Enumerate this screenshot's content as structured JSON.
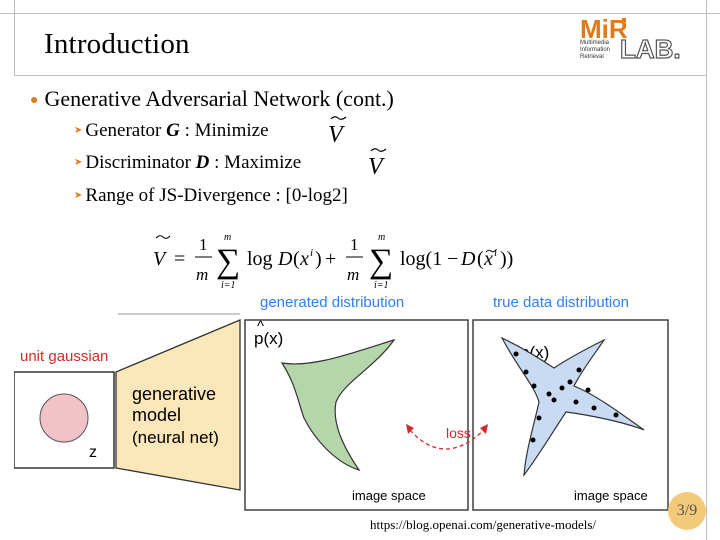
{
  "title": "Introduction",
  "logo": {
    "mir": "MiR",
    "lab": "LAB.",
    "lines": [
      "Multimedia",
      "Information",
      "Retrieval"
    ]
  },
  "bullets": {
    "main": "Generative Adversarial Network (cont.)",
    "generator_prefix": "Generator ",
    "generator_var": "G",
    "generator_suffix": " : Minimize",
    "discriminator_prefix": "Discriminator ",
    "discriminator_var": "D",
    "discriminator_suffix": " : Maximize",
    "range": "Range of JS-Divergence : [0-log2]"
  },
  "diagram": {
    "generated_label": "generated distribution",
    "true_label": "true data distribution",
    "unit_gaussian": "unit gaussian",
    "z": "z",
    "gen_model_lines": [
      "generative",
      "model",
      "(neural net)"
    ],
    "phat": "p(x)",
    "px": "p(x)",
    "loss": "loss",
    "image_space_left": "image space",
    "image_space_right": "image space",
    "label_color": "#2f80ed",
    "gen_shape_color": "#b5d6ab",
    "true_shape_color": "#c8dbf2",
    "model_fill": "#fbe7b9",
    "gaussian_fill": "#f2c3c6",
    "loss_color": "#d62828"
  },
  "page_number": "3/9",
  "reference": "https://blog.openai.com/generative-models/"
}
